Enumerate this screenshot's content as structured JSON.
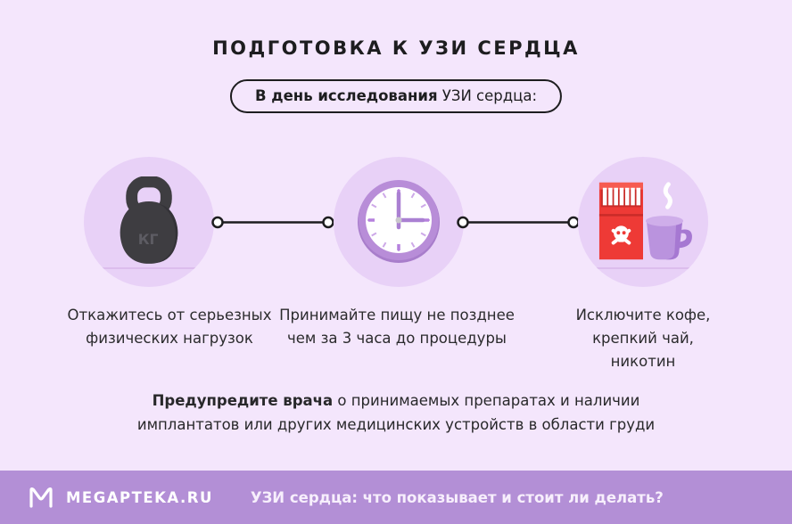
{
  "title": "ПОДГОТОВКА К УЗИ СЕРДЦА",
  "subtitle_pill": {
    "bold": "В день исследования",
    "regular": " УЗИ сердца:"
  },
  "steps": [
    {
      "icon": "kettlebell-icon",
      "kettlebell_label": "КГ",
      "label": "Откажитесь от серьезных\nфизических нагрузок"
    },
    {
      "icon": "clock-icon",
      "label": "Принимайте пищу не позднее\nчем за 3 часа до процедуры"
    },
    {
      "icon": "no-smoking-coffee-icon",
      "label": "Исключите кофе,\nкрепкий чай, никотин"
    }
  ],
  "note": {
    "bold": "Предупредите врача",
    "regular": " о принимаемых препаратах и наличии имплантатов или других медицинских устройств в области груди"
  },
  "footer": {
    "brand": "MEGAPTEKA.RU",
    "headline": "УЗИ сердца: что показывает и стоит ли делать?"
  },
  "colors": {
    "background": "#f4e6fc",
    "step_circle": "#e8d1f7",
    "footer_bar": "#b38fd6",
    "text_dark": "#1d1d1f",
    "accent_purple": "#b68ad7",
    "danger_red": "#ee3a36",
    "kettlebell_gray": "#3e3d41"
  }
}
